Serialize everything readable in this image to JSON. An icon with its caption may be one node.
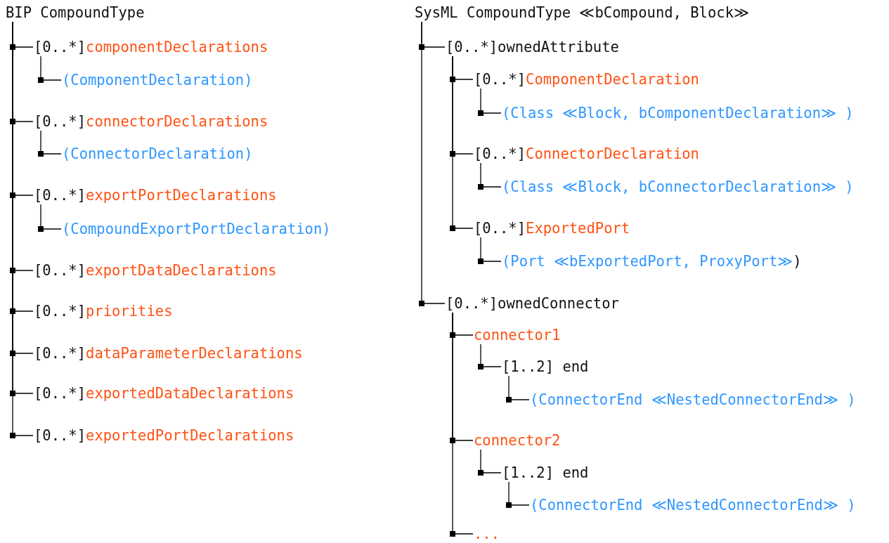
{
  "diagram": {
    "nodes": [
      {
        "text": [
          "BIP CompoundType"
        ]
      },
      {
        "text": [
          "[0..*]",
          "componentDeclarations"
        ]
      },
      {
        "text": [
          "(ComponentDeclaration)"
        ]
      },
      {
        "text": [
          "[0..*]",
          "connectorDeclarations"
        ]
      },
      {
        "text": [
          "(ConnectorDeclaration)"
        ]
      },
      {
        "text": [
          "[0..*]",
          "exportPortDeclarations"
        ]
      },
      {
        "text": [
          "(CompoundExportPortDeclaration)"
        ]
      },
      {
        "text": [
          "[0..*]",
          "exportDataDeclarations"
        ]
      },
      {
        "text": [
          "[0..*]",
          "priorities"
        ]
      },
      {
        "text": [
          "[0..*]",
          "dataParameterDeclarations"
        ]
      },
      {
        "text": [
          "[0..*]",
          "exportedDataDeclarations"
        ]
      },
      {
        "text": [
          "[0..*]",
          "exportedPortDeclarations"
        ]
      },
      {
        "text": [
          "SysML CompoundType ≪bCompound, Block≫"
        ]
      },
      {
        "text": [
          "[0..*]ownedAttribute"
        ]
      },
      {
        "text": [
          "[0..*]",
          "ComponentDeclaration"
        ]
      },
      {
        "text": [
          "(Class ≪Block, bComponentDeclaration≫ )"
        ]
      },
      {
        "text": [
          "[0..*]",
          "ConnectorDeclaration"
        ]
      },
      {
        "text": [
          "(Class ≪Block, bConnectorDeclaration≫ )"
        ]
      },
      {
        "text": [
          "[0..*]",
          "ExportedPort"
        ]
      },
      {
        "text": [
          "(Port ≪bExportedPort, ProxyPort≫",
          ")"
        ]
      },
      {
        "text": [
          "[0..*]ownedConnector"
        ]
      },
      {
        "text": [
          "connector1"
        ]
      },
      {
        "text": [
          "[1..2] end"
        ]
      },
      {
        "text": [
          "(ConnectorEnd ≪NestedConnectorEnd≫ )"
        ]
      },
      {
        "text": [
          "connector2"
        ]
      },
      {
        "text": [
          "[1..2] end"
        ]
      },
      {
        "text": [
          "(ConnectorEnd ≪NestedConnectorEnd≫ )"
        ]
      },
      {
        "text": [
          "..."
        ]
      }
    ],
    "edges": [
      {
        "from": 0,
        "to": 1,
        "arrow": "none"
      },
      {
        "from": 1,
        "to": 2,
        "arrow": "none"
      },
      {
        "from": 0,
        "to": 3,
        "arrow": "none"
      },
      {
        "from": 3,
        "to": 4,
        "arrow": "none"
      },
      {
        "from": 0,
        "to": 5,
        "arrow": "none"
      },
      {
        "from": 5,
        "to": 6,
        "arrow": "none"
      },
      {
        "from": 0,
        "to": 7,
        "arrow": "none"
      },
      {
        "from": 0,
        "to": 8,
        "arrow": "none"
      },
      {
        "from": 0,
        "to": 9,
        "arrow": "none"
      },
      {
        "from": 0,
        "to": 10,
        "arrow": "none"
      },
      {
        "from": 0,
        "to": 11,
        "arrow": "none"
      },
      {
        "from": 12,
        "to": 13,
        "arrow": "none"
      },
      {
        "from": 13,
        "to": 14,
        "arrow": "none"
      },
      {
        "from": 14,
        "to": 15,
        "arrow": "none"
      },
      {
        "from": 13,
        "to": 16,
        "arrow": "none"
      },
      {
        "from": 16,
        "to": 17,
        "arrow": "none"
      },
      {
        "from": 13,
        "to": 18,
        "arrow": "none"
      },
      {
        "from": 18,
        "to": 19,
        "arrow": "none"
      },
      {
        "from": 12,
        "to": 20,
        "arrow": "none"
      },
      {
        "from": 20,
        "to": 21,
        "arrow": "none"
      },
      {
        "from": 21,
        "to": 22,
        "arrow": "none"
      },
      {
        "from": 22,
        "to": 23,
        "arrow": "none"
      },
      {
        "from": 20,
        "to": 24,
        "arrow": "none"
      },
      {
        "from": 24,
        "to": 25,
        "arrow": "none"
      },
      {
        "from": 25,
        "to": 26,
        "arrow": "none"
      },
      {
        "from": 20,
        "to": 27,
        "arrow": "none"
      }
    ]
  }
}
